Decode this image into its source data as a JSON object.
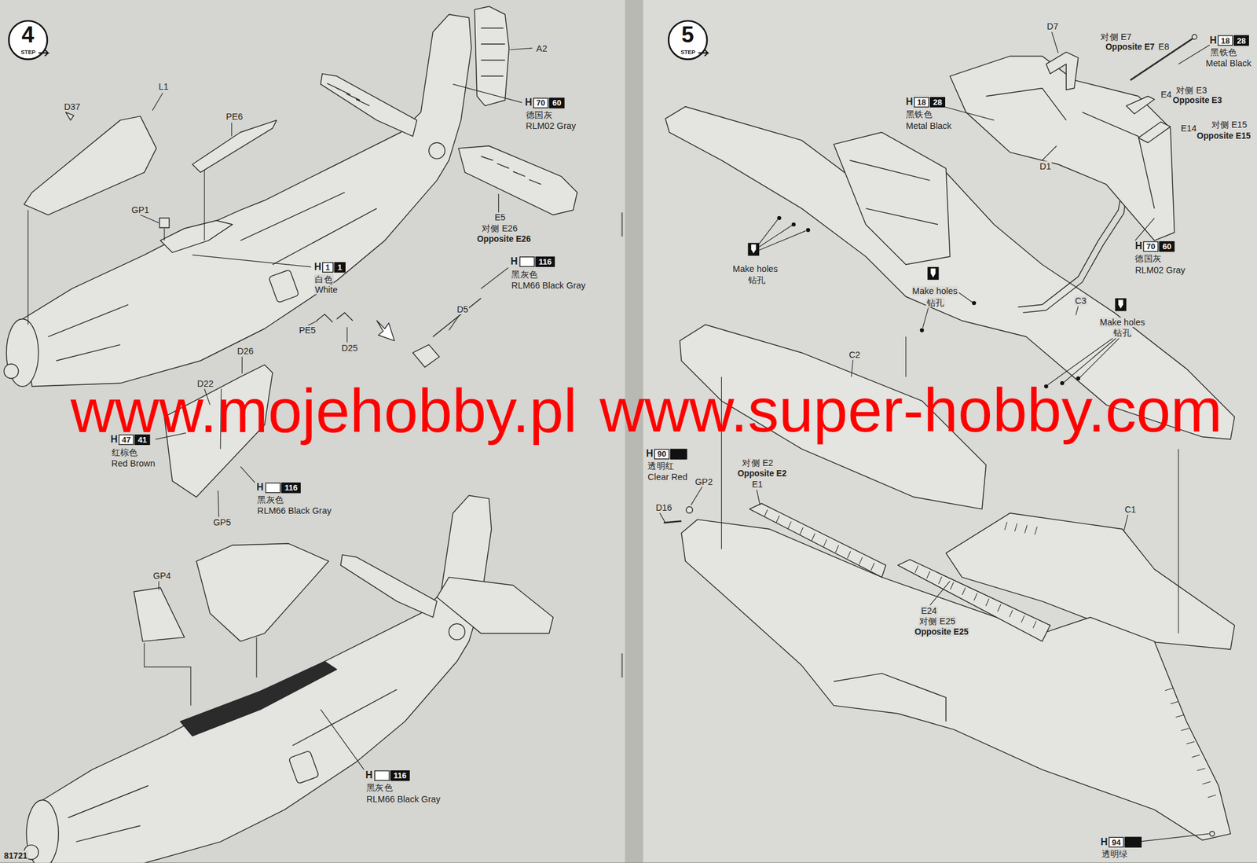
{
  "diagram": {
    "labels": [
      "4",
      "STEP",
      "A2",
      "L1",
      "D37",
      "PE6",
      "GP1",
      "H",
      "70",
      "60",
      "德国灰",
      "RLM02 Gray",
      "E5",
      "对侧 E26",
      "Opposite E26",
      "H",
      "1",
      "1",
      "白色",
      "White",
      "H",
      "116",
      "黑灰色",
      "RLM66 Black Gray",
      "D5",
      "PE5",
      "D25",
      "D26",
      "D22",
      "H",
      "47",
      "41",
      "红棕色",
      "Red Brown",
      "H",
      "116",
      "黑灰色",
      "RLM66 Black Gray",
      "GP5",
      "GP4",
      "H",
      "116",
      "黑灰色",
      "RLM66 Black Gray",
      "81721",
      "5",
      "STEP",
      "D7",
      "对侧 E7",
      "Opposite E7",
      "E8",
      "H",
      "18",
      "28",
      "黑铁色",
      "Metal Black",
      "E4",
      "对侧 E3",
      "Opposite E3",
      "H",
      "18",
      "28",
      "黑铁色",
      "Metal Black",
      "E14",
      "对侧 E15",
      "Opposite E15",
      "D1",
      "H",
      "70",
      "60",
      "德国灰",
      "RLM02 Gray",
      "Make holes",
      "钻孔",
      "Make holes",
      "钻孔",
      "Make holes",
      "钻孔",
      "C3",
      "C2",
      "H",
      "90",
      "透明红",
      "Clear Red",
      "GP2",
      "对侧 E2",
      "Opposite E2",
      "E1",
      "D16",
      "C1",
      "E24",
      "对侧 E25",
      "Opposite E25",
      "H",
      "94",
      "透明绿",
      "www.mojehobby.pl",
      "www.super-hobby.com"
    ]
  }
}
